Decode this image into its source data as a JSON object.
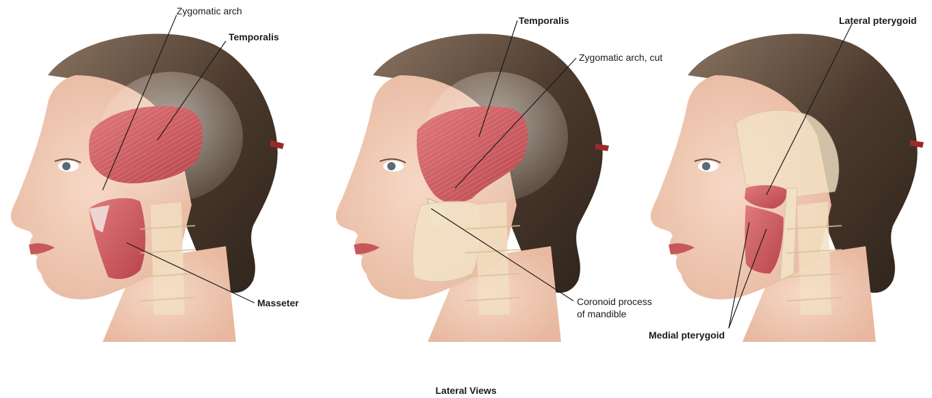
{
  "panels": [
    {
      "view": "superficial",
      "labels": {
        "zygomatic_arch": "Zygomatic arch",
        "temporalis": "Temporalis",
        "masseter": "Masseter"
      }
    },
    {
      "view": "zygomatic-cut",
      "labels": {
        "temporalis": "Temporalis",
        "zygomatic_arch_cut": "Zygomatic arch, cut",
        "coronoid_line1": "Coronoid process",
        "coronoid_line2": "of mandible"
      }
    },
    {
      "view": "deep",
      "labels": {
        "lateral_pterygoid": "Lateral pterygoid",
        "medial_pterygoid": "Medial pterygoid"
      }
    }
  ],
  "caption": "Lateral Views",
  "colors": {
    "skin": "#f2cdb8",
    "hair": "#5a4636",
    "muscle": "#c9545a",
    "bone": "#f3e3c6",
    "lip": "#c7585a"
  }
}
